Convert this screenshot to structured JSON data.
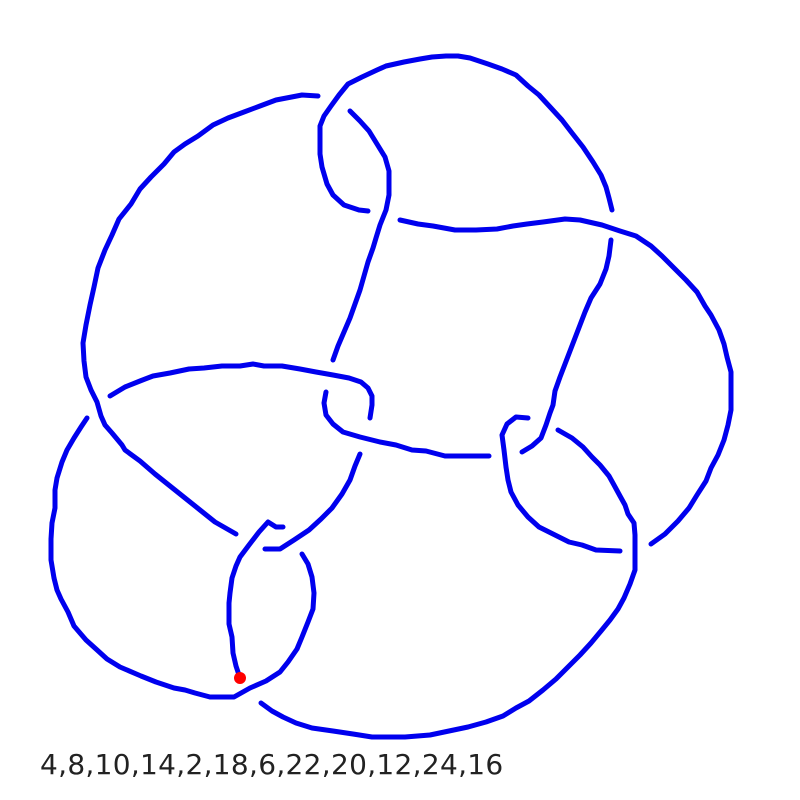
{
  "diagram": {
    "type": "knot-diagram",
    "strand_color": "#0000ee",
    "base_point_color": "#ff0000",
    "dt_code_text": "4,8,10,14,2,18,6,22,20,12,24,16",
    "dt_code": [
      4,
      8,
      10,
      14,
      2,
      18,
      6,
      22,
      20,
      12,
      24,
      16
    ],
    "crossing_count": 12
  }
}
